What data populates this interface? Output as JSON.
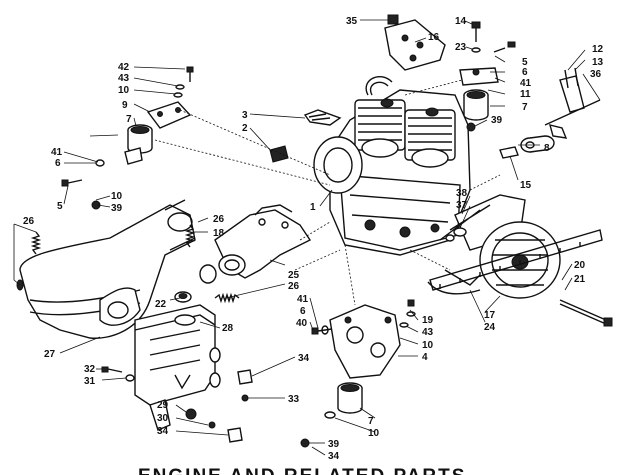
{
  "title": "ENGINE AND RELATED PARTS",
  "callouts": [
    "1",
    "2",
    "3",
    "4",
    "5",
    "6",
    "7",
    "8",
    "9",
    "10",
    "11",
    "12",
    "13",
    "14",
    "15",
    "16",
    "17",
    "18",
    "19",
    "20",
    "21",
    "22",
    "23",
    "24",
    "25",
    "26",
    "27",
    "28",
    "29",
    "30",
    "31",
    "32",
    "33",
    "34",
    "35",
    "36",
    "37",
    "38",
    "39",
    "40",
    "41",
    "42",
    "43"
  ]
}
